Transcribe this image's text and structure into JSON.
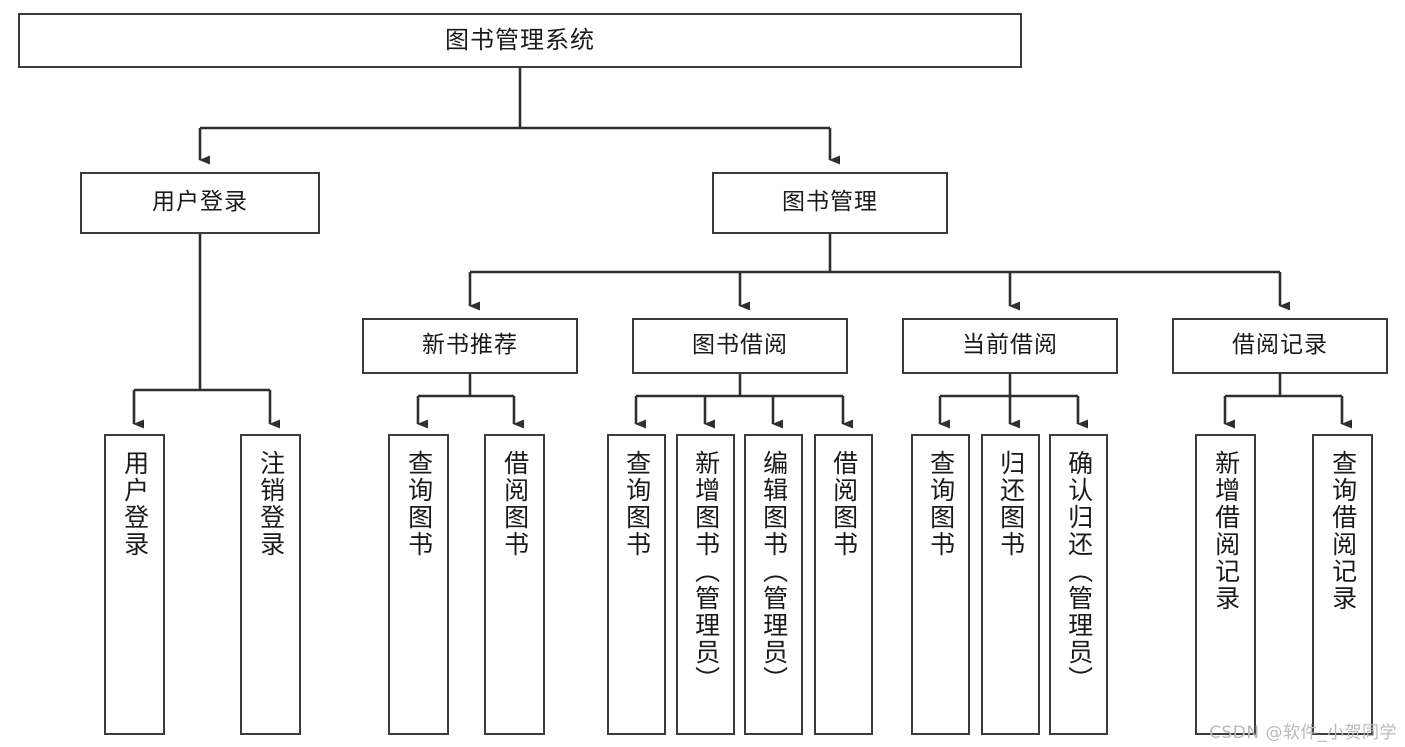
{
  "diagram": {
    "title": "图书管理系统",
    "watermark": "CSDN @软件_小贺同学",
    "colors": {
      "background": "#ffffff",
      "border": "#3b3b3b",
      "connector": "#2f2f2f",
      "text": "#1a1a1a",
      "watermark": "#b9b9b9"
    },
    "root": {
      "label": "图书管理系统"
    },
    "level1": [
      {
        "label": "用户登录"
      },
      {
        "label": "图书管理"
      }
    ],
    "level2": [
      {
        "label": "新书推荐"
      },
      {
        "label": "图书借阅"
      },
      {
        "label": "当前借阅"
      },
      {
        "label": "借阅记录"
      }
    ],
    "leaves": {
      "user_login": [
        {
          "label": "用户登录"
        },
        {
          "label": "注销登录"
        }
      ],
      "new_book_recommend": [
        {
          "label": "查询图书"
        },
        {
          "label": "借阅图书"
        }
      ],
      "book_borrow": [
        {
          "label": "查询图书"
        },
        {
          "label": "新增图书（管理员）"
        },
        {
          "label": "编辑图书（管理员）"
        },
        {
          "label": "借阅图书"
        }
      ],
      "current_borrow": [
        {
          "label": "查询图书"
        },
        {
          "label": "归还图书"
        },
        {
          "label": "确认归还（管理员）"
        }
      ],
      "borrow_record": [
        {
          "label": "新增借阅记录"
        },
        {
          "label": "查询借阅记录"
        }
      ]
    }
  }
}
